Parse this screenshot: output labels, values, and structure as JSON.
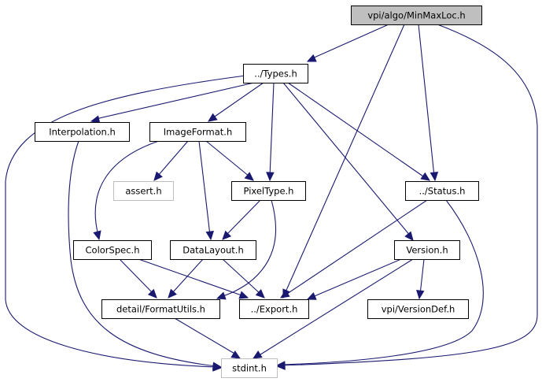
{
  "title": "vpi/algo/MinMaxLoc.h",
  "colors": {
    "edge": "#191970",
    "root_fill": "#bfbfbf",
    "node_border": "#000000",
    "missing_border": "#bfbfbf"
  },
  "nodes": [
    {
      "id": "root",
      "label": "vpi/algo/MinMaxLoc.h",
      "kind": "root"
    },
    {
      "id": "types",
      "label": "../Types.h",
      "kind": "normal"
    },
    {
      "id": "interp",
      "label": "Interpolation.h",
      "kind": "normal"
    },
    {
      "id": "imgfmt",
      "label": "ImageFormat.h",
      "kind": "normal"
    },
    {
      "id": "assert",
      "label": "assert.h",
      "kind": "missing"
    },
    {
      "id": "pixtype",
      "label": "PixelType.h",
      "kind": "normal"
    },
    {
      "id": "status",
      "label": "../Status.h",
      "kind": "normal"
    },
    {
      "id": "colorspec",
      "label": "ColorSpec.h",
      "kind": "normal"
    },
    {
      "id": "datalayout",
      "label": "DataLayout.h",
      "kind": "normal"
    },
    {
      "id": "version",
      "label": "Version.h",
      "kind": "normal"
    },
    {
      "id": "fmtutils",
      "label": "detail/FormatUtils.h",
      "kind": "normal"
    },
    {
      "id": "export",
      "label": "../Export.h",
      "kind": "normal"
    },
    {
      "id": "versiondef",
      "label": "vpi/VersionDef.h",
      "kind": "normal"
    },
    {
      "id": "stdint",
      "label": "stdint.h",
      "kind": "missing"
    }
  ],
  "edges": [
    {
      "from": "root",
      "to": "types"
    },
    {
      "from": "root",
      "to": "export"
    },
    {
      "from": "root",
      "to": "status"
    },
    {
      "from": "root",
      "to": "stdint"
    },
    {
      "from": "types",
      "to": "interp"
    },
    {
      "from": "types",
      "to": "imgfmt"
    },
    {
      "from": "types",
      "to": "pixtype"
    },
    {
      "from": "types",
      "to": "status"
    },
    {
      "from": "types",
      "to": "version"
    },
    {
      "from": "types",
      "to": "stdint"
    },
    {
      "from": "interp",
      "to": "stdint"
    },
    {
      "from": "imgfmt",
      "to": "colorspec"
    },
    {
      "from": "imgfmt",
      "to": "assert"
    },
    {
      "from": "imgfmt",
      "to": "pixtype"
    },
    {
      "from": "imgfmt",
      "to": "datalayout"
    },
    {
      "from": "pixtype",
      "to": "datalayout"
    },
    {
      "from": "pixtype",
      "to": "fmtutils"
    },
    {
      "from": "status",
      "to": "export"
    },
    {
      "from": "status",
      "to": "stdint"
    },
    {
      "from": "colorspec",
      "to": "fmtutils"
    },
    {
      "from": "colorspec",
      "to": "export"
    },
    {
      "from": "datalayout",
      "to": "fmtutils"
    },
    {
      "from": "datalayout",
      "to": "export"
    },
    {
      "from": "version",
      "to": "export"
    },
    {
      "from": "version",
      "to": "versiondef"
    },
    {
      "from": "version",
      "to": "stdint"
    },
    {
      "from": "fmtutils",
      "to": "stdint"
    }
  ]
}
